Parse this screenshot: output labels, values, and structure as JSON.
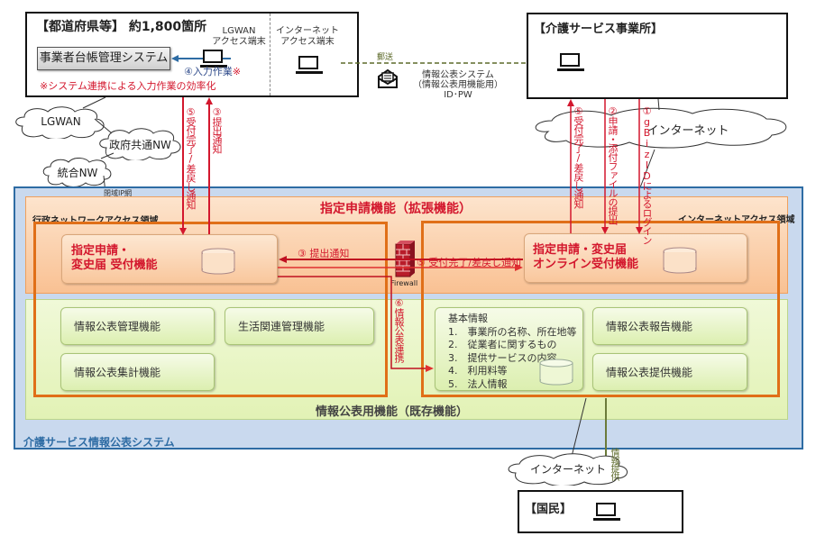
{
  "prefecture": {
    "title": "【都道府県等】 約1,800箇所",
    "ledger_system": "事業者台帳管理システム",
    "lgwan_terminal": "LGWAN\nアクセス端末",
    "lgwan_terminal_l1": "LGWAN",
    "lgwan_terminal_l2": "アクセス端末",
    "internet_terminal_l1": "インターネット",
    "internet_terminal_l2": "アクセス端末",
    "input_work": "④入力作業",
    "input_mark": "※",
    "note": "※システム連携による入力作業の効率化"
  },
  "mail": {
    "label": "郵送",
    "line1": "情報公表システム",
    "line2": "（情報公表用機能用）",
    "line3": "ID･PW"
  },
  "provider": {
    "title": "【介護サービス事業所】"
  },
  "citizen": {
    "title": "【国民】"
  },
  "clouds": {
    "lgwan": "LGWAN",
    "gov_nw": "政府共通NW",
    "integrated_nw": "統合NW",
    "internet_top": "インターネット",
    "internet_bottom": "インターネット"
  },
  "closed_ip": "閉域IP網",
  "flows": {
    "f5_left": "⑤受付完了/差戻し通知",
    "f3_left": "③提出通知",
    "f5_right": "⑤受付完了/差戻し通知",
    "f2_right": "②申請・添付ファイルの提出",
    "f1_right": "①gBizIDによるログイン",
    "f3_mid": "③ 提出通知",
    "f5_mid": "⑤ 受付完了/差戻し通知",
    "f6_mid": "⑥情報公表連携",
    "info_provide": "情報提供"
  },
  "system": {
    "name": "介護サービス情報公表システム",
    "extended_title": "指定申請機能（拡張機能）",
    "existing_title": "情報公表用機能（既存機能）",
    "gov_area": "行政ネットワークアクセス領域",
    "internet_area": "インターネットアクセス領域",
    "firewall": "Firewall",
    "reception_left_l1": "指定申請・",
    "reception_left_l2": "変史届 受付機能",
    "reception_right_l1": "指定申請・変史届",
    "reception_right_l2": "オンライン受付機能",
    "functions": [
      "情報公表管理機能",
      "生活関連管理機能",
      "情報公表集計機能",
      "情報公表報告機能",
      "情報公表提供機能"
    ],
    "basic_info": {
      "title": "基本情報",
      "items": [
        "1.　事業所の名称、所在地等",
        "2.　従業者に関するもの",
        "3.　提供サービスの内容",
        "4.　利用料等",
        "5.　法人情報"
      ]
    }
  },
  "colors": {
    "red": "#d3172d",
    "orange": "#e06f18",
    "blue_border": "#2e6ca4",
    "olive": "#5d6a2a"
  }
}
